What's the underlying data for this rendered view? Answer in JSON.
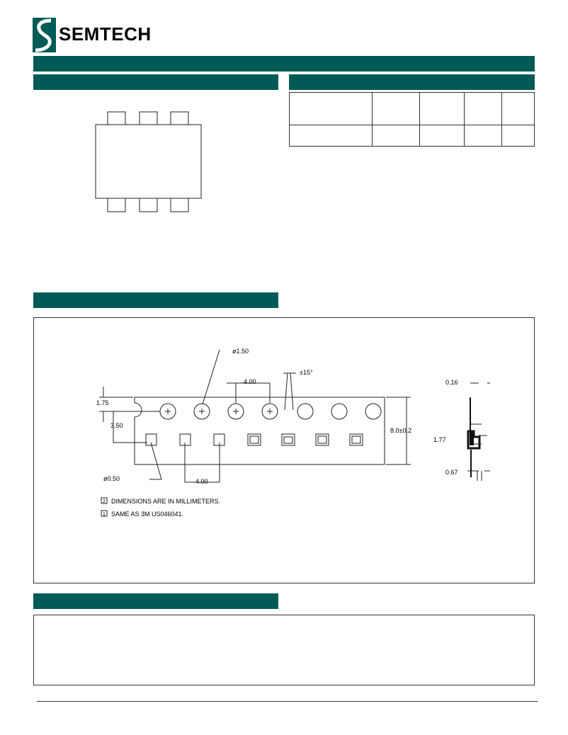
{
  "header": {
    "brand_name": "SEMTECH",
    "logo_icon": "semtech-s-logo-icon",
    "accent_color": "#005a56"
  },
  "spec_table": {
    "rows": 2,
    "cols": 5
  },
  "tape_drawing": {
    "sprocket_hole_diameter": "ø1.50",
    "hole_pitch": "4.00",
    "angle_tolerance": "±15°",
    "edge_to_hole": "1.75",
    "hole_to_pocket": "3.50",
    "tape_width": "8.0±0.2",
    "pocket_hole_diameter": "ø0.50",
    "pocket_pitch": "4.00",
    "thickness_top": "0.16",
    "pocket_depth": "1.77",
    "thickness_bottom": "0.67",
    "note_2_marker": "2",
    "note_2_text": "DIMENSIONS ARE IN MILLIMETERS.",
    "note_1_marker": "1",
    "note_1_text": "SAME AS 3M US046041."
  }
}
